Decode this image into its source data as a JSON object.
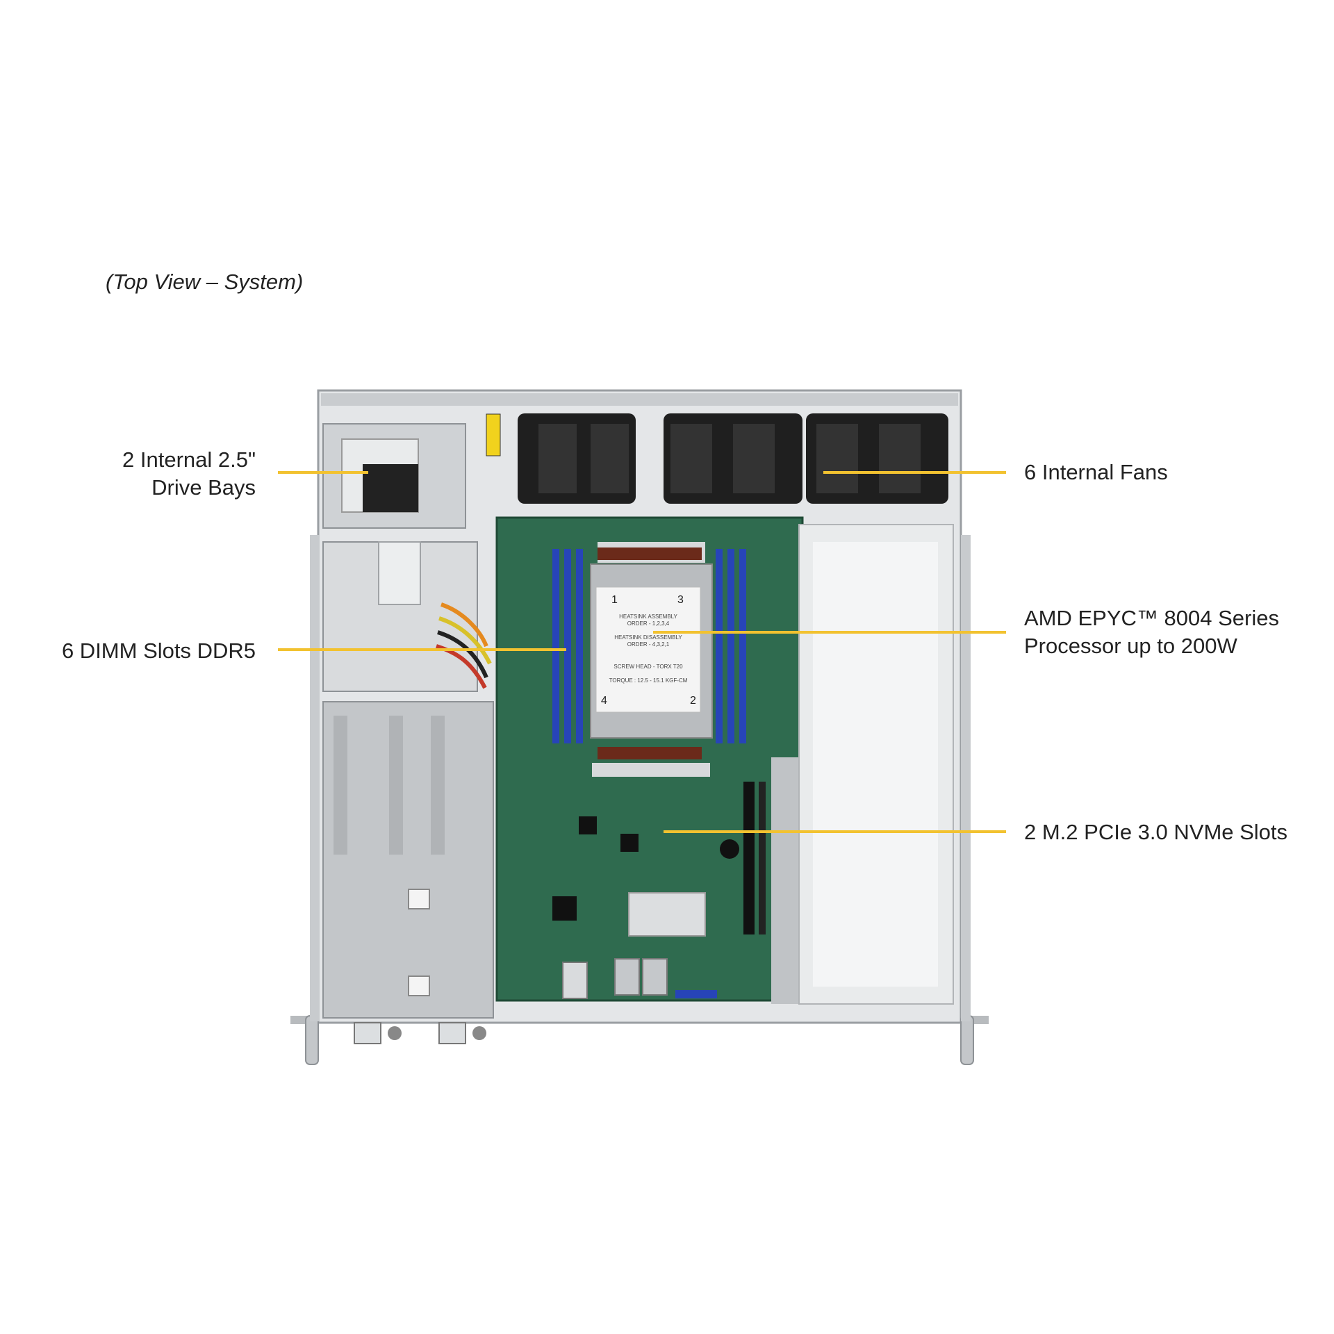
{
  "caption": "(Top View – System)",
  "callouts": {
    "drive_bays": {
      "line1": "2 Internal  2.5\"",
      "line2": "Drive Bays"
    },
    "dimm": {
      "line1": "6 DIMM  Slots DDR5"
    },
    "fans": {
      "line1": "6 Internal  Fans"
    },
    "cpu": {
      "line1": "AMD EPYC™ 8004 Series",
      "line2": "Processor up to 200W"
    },
    "m2": {
      "line1": "2 M.2 PCIe 3.0 NVMe Slots"
    }
  },
  "heatsink_label": {
    "n1": "1",
    "n2": "2",
    "n3": "3",
    "n4": "4",
    "t1": "HEATSINK ASSEMBLY",
    "t2": "ORDER - 1,2,3,4",
    "t3": "HEATSINK DISASSEMBLY",
    "t4": "ORDER - 4,3,2,1",
    "t5": "SCREW HEAD - TORX T20",
    "t6": "TORQUE : 12.5 - 15.1 KGF-CM"
  },
  "colors": {
    "leader": "#f2c230",
    "board": "#2f6b4f",
    "dimm": "#2744b8",
    "chassis": "#d6d8da",
    "fan": "#222222"
  }
}
